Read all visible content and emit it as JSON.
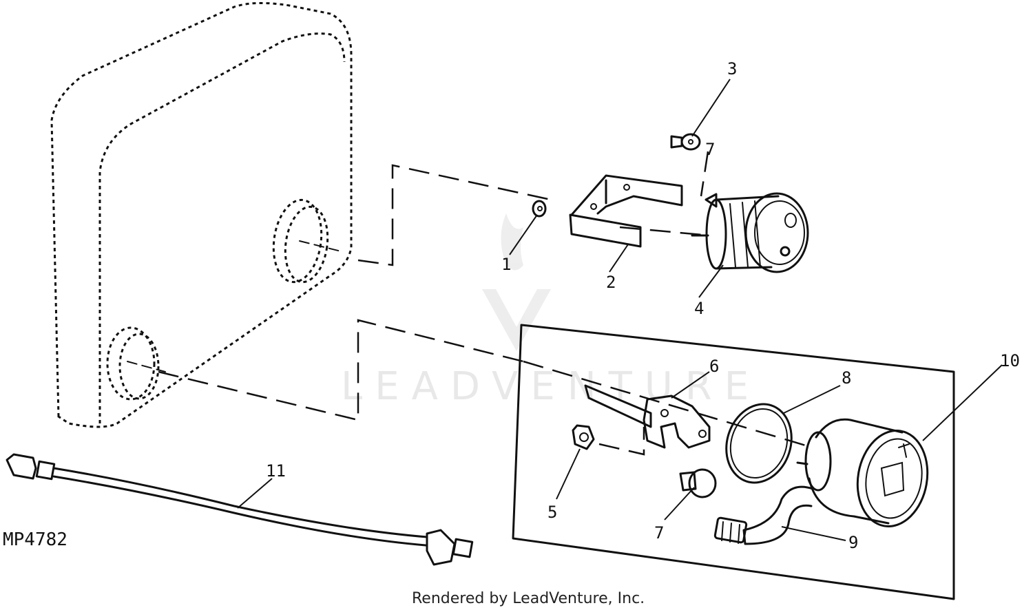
{
  "diagram": {
    "drawing_code": "MP4782",
    "credit": "Rendered by LeadVenture, Inc.",
    "watermark": "LEADVENTURE",
    "callouts": [
      {
        "id": "c1",
        "label": "1"
      },
      {
        "id": "c2",
        "label": "2"
      },
      {
        "id": "c3",
        "label": "3"
      },
      {
        "id": "c4",
        "label": "4"
      },
      {
        "id": "c5",
        "label": "5"
      },
      {
        "id": "c6",
        "label": "6"
      },
      {
        "id": "c7a",
        "label": "7"
      },
      {
        "id": "c7b",
        "label": "7"
      },
      {
        "id": "c8",
        "label": "8"
      },
      {
        "id": "c9",
        "label": "9"
      },
      {
        "id": "c10",
        "label": "10"
      },
      {
        "id": "c11",
        "label": "11"
      }
    ]
  }
}
